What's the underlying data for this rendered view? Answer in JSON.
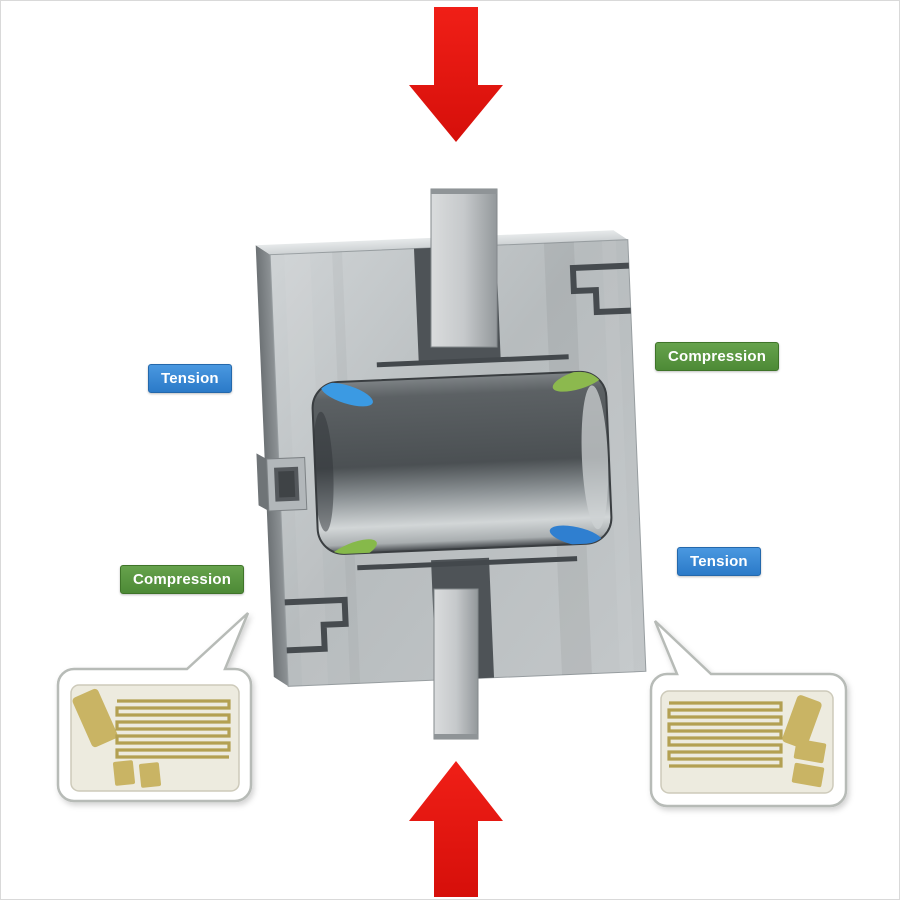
{
  "labels": {
    "upper_left": {
      "text": "Tension"
    },
    "upper_right": {
      "text": "Compression"
    },
    "lower_left": {
      "text": "Compression"
    },
    "lower_right": {
      "text": "Tension"
    }
  },
  "arrows": {
    "top": {
      "icon": "force-arrow-down-icon",
      "color": "#e5140e"
    },
    "bottom": {
      "icon": "force-arrow-up-icon",
      "color": "#e5140e"
    }
  },
  "callouts": {
    "left": {
      "icon": "strain-gauge-left-icon"
    },
    "right": {
      "icon": "strain-gauge-right-icon"
    }
  },
  "colors": {
    "tension_blue": "#2f86d5",
    "compression_green": "#55923e",
    "arrow_red": "#e5140e",
    "metal_light": "#d8dbdd",
    "metal_mid": "#b6bbbe",
    "metal_dark": "#7e8487",
    "slot_dark": "#464b4f",
    "gauge_foil": "#bda95a",
    "gauge_backing": "#edebdf",
    "callout_border": "#b7bbb7"
  }
}
